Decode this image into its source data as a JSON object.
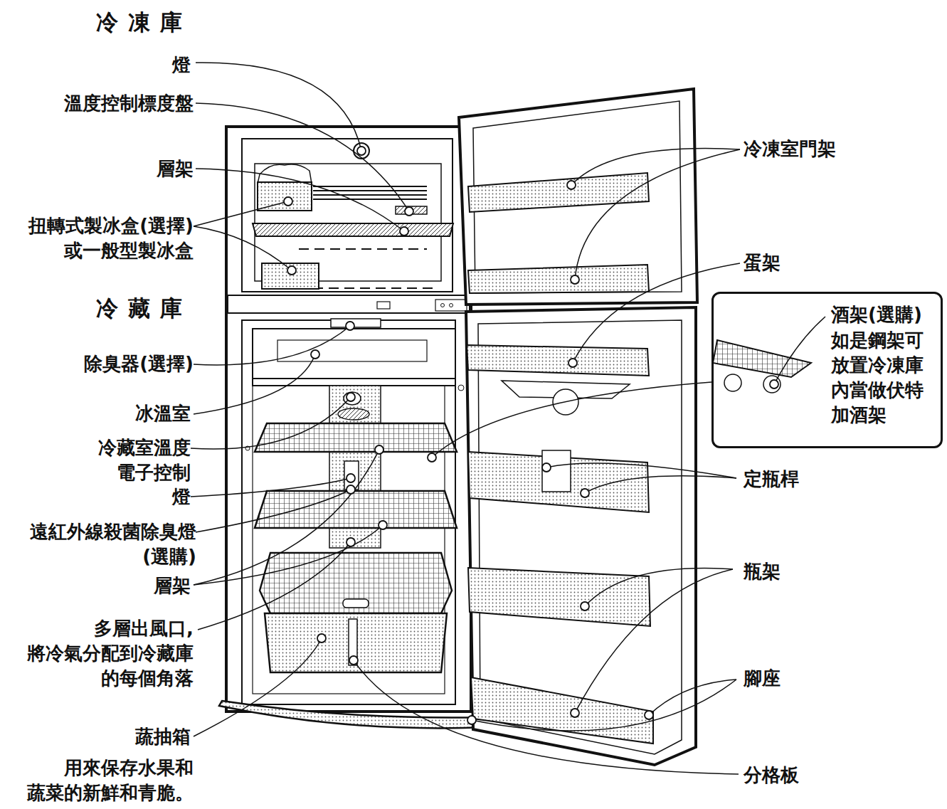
{
  "diagram": {
    "nodes": [
      {
        "text": [
          "酒架(選購)",
          "如是鋼架可 放置冷凍庫 內當做伏特 加酒架"
        ]
      }
    ],
    "edges": [],
    "labels": [
      "冷凍庫",
      "燈",
      "溫度控制標度盤",
      "層架",
      "扭轉式製冰盒(選擇) 或一般型製冰盒",
      "冷藏庫",
      "除臭器(選擇)",
      "冰溫室",
      "冷藏室溫度 電子控制",
      "燈",
      "遠紅外線殺菌除臭燈 (選購)",
      "層架",
      "多層出風口, 將冷氣分配到冷藏庫 的每個角落",
      "蔬抽箱",
      "用來保存水果和 蔬菜的新鮮和青脆。",
      "冷凍室門架",
      "蛋架",
      "定瓶桿",
      "瓶架",
      "腳座",
      "分格板"
    ]
  }
}
